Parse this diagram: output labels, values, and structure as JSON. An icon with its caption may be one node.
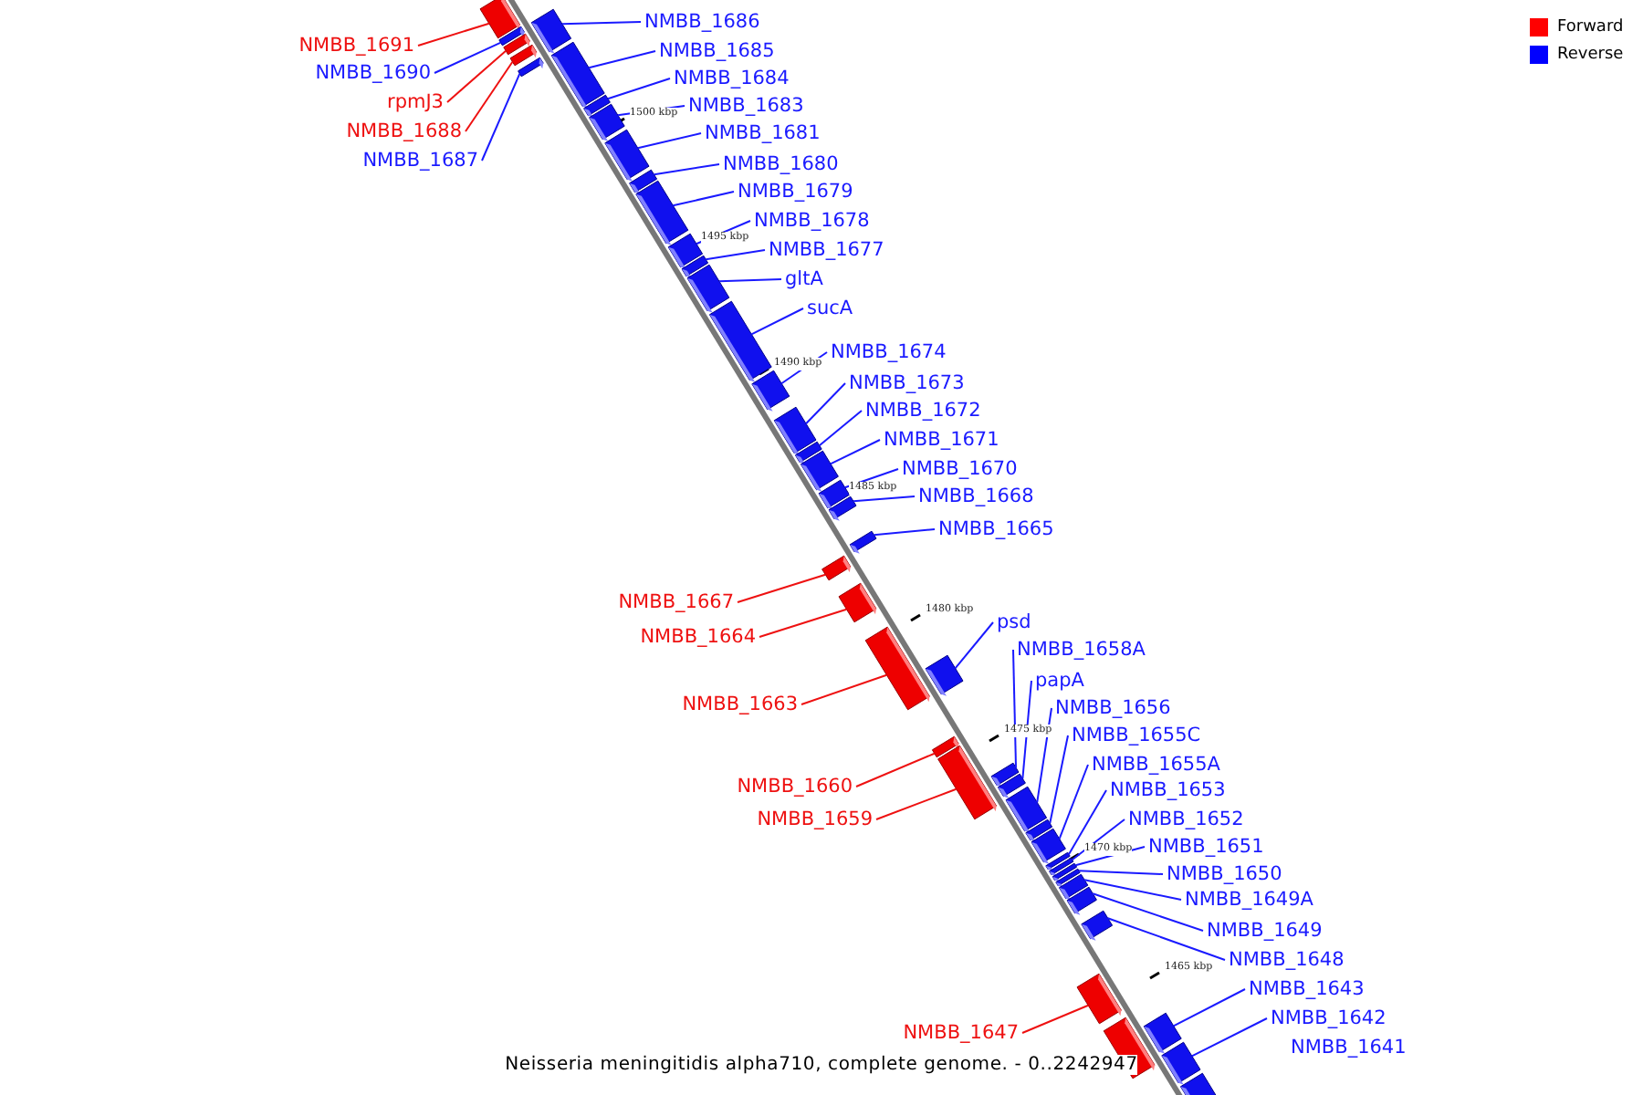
{
  "diagram": {
    "caption": "Neisseria meningitidis alpha710, complete genome. - 0..2242947",
    "nodes": [
      {
        "text": [
          "NMBB_1691"
        ]
      },
      {
        "text": [],
        "shape": "bar"
      },
      {
        "text": [
          "NMBB_1690"
        ]
      },
      {
        "text": [],
        "shape": "bar"
      },
      {
        "text": [
          "rpmJ3"
        ]
      },
      {
        "text": [],
        "shape": "bar"
      },
      {
        "text": [
          "NMBB_1688"
        ]
      },
      {
        "text": [],
        "shape": "bar"
      },
      {
        "text": [
          "NMBB_1687"
        ]
      },
      {
        "text": [],
        "shape": "bar"
      },
      {
        "text": [
          "NMBB_1686"
        ]
      },
      {
        "text": [],
        "shape": "bar"
      },
      {
        "text": [
          "NMBB_1685"
        ]
      },
      {
        "text": [],
        "shape": "bar"
      },
      {
        "text": [
          "NMBB_1684"
        ]
      },
      {
        "text": [],
        "shape": "bar"
      },
      {
        "text": [
          "NMBB_1683"
        ]
      },
      {
        "text": [],
        "shape": "bar"
      },
      {
        "text": [
          "NMBB_1681"
        ]
      },
      {
        "text": [],
        "shape": "bar"
      },
      {
        "text": [
          "NMBB_1680"
        ]
      },
      {
        "text": [],
        "shape": "bar"
      },
      {
        "text": [
          "NMBB_1679"
        ]
      },
      {
        "text": [],
        "shape": "bar"
      },
      {
        "text": [
          "NMBB_1678"
        ]
      },
      {
        "text": [],
        "shape": "bar"
      },
      {
        "text": [
          "NMBB_1677"
        ]
      },
      {
        "text": [],
        "shape": "bar"
      },
      {
        "text": [
          "gltA"
        ]
      },
      {
        "text": [],
        "shape": "bar"
      },
      {
        "text": [
          "sucA"
        ]
      },
      {
        "text": [],
        "shape": "bar"
      },
      {
        "text": [
          "NMBB_1674"
        ]
      },
      {
        "text": [],
        "shape": "bar"
      },
      {
        "text": [
          "NMBB_1673"
        ]
      },
      {
        "text": [],
        "shape": "bar"
      },
      {
        "text": [
          "NMBB_1672"
        ]
      },
      {
        "text": [],
        "shape": "bar"
      },
      {
        "text": [
          "NMBB_1671"
        ]
      },
      {
        "text": [],
        "shape": "bar"
      },
      {
        "text": [
          "NMBB_1670"
        ]
      },
      {
        "text": [],
        "shape": "bar"
      },
      {
        "text": [
          "NMBB_1668"
        ]
      },
      {
        "text": [],
        "shape": "bar"
      },
      {
        "text": [
          "NMBB_1665"
        ]
      },
      {
        "text": [],
        "shape": "bar"
      },
      {
        "text": [
          "NMBB_1667"
        ]
      },
      {
        "text": [],
        "shape": "bar"
      },
      {
        "text": [
          "NMBB_1664"
        ]
      },
      {
        "text": [],
        "shape": "bar"
      },
      {
        "text": [
          "NMBB_1663"
        ]
      },
      {
        "text": [],
        "shape": "bar"
      },
      {
        "text": [
          "psd"
        ]
      },
      {
        "text": [],
        "shape": "bar"
      },
      {
        "text": [
          "NMBB_1660"
        ]
      },
      {
        "text": [],
        "shape": "bar"
      },
      {
        "text": [
          "NMBB_1659"
        ]
      },
      {
        "text": [],
        "shape": "bar"
      },
      {
        "text": [
          "NMBB_1658A"
        ]
      },
      {
        "text": [],
        "shape": "bar"
      },
      {
        "text": [
          "papA"
        ]
      },
      {
        "text": [],
        "shape": "bar"
      },
      {
        "text": [
          "NMBB_1656"
        ]
      },
      {
        "text": [],
        "shape": "bar"
      },
      {
        "text": [
          "NMBB_1655C"
        ]
      },
      {
        "text": [],
        "shape": "bar"
      },
      {
        "text": [
          "NMBB_1655A"
        ]
      },
      {
        "text": [],
        "shape": "bar"
      },
      {
        "text": [
          "NMBB_1653"
        ]
      },
      {
        "text": [],
        "shape": "bar"
      },
      {
        "text": [
          "NMBB_1652"
        ]
      },
      {
        "text": [],
        "shape": "bar"
      },
      {
        "text": [
          "NMBB_1651"
        ]
      },
      {
        "text": [],
        "shape": "bar"
      },
      {
        "text": [
          "NMBB_1650"
        ]
      },
      {
        "text": [],
        "shape": "bar"
      },
      {
        "text": [
          "NMBB_1649A"
        ]
      },
      {
        "text": [],
        "shape": "bar"
      },
      {
        "text": [
          "NMBB_1649"
        ]
      },
      {
        "text": [],
        "shape": "bar"
      },
      {
        "text": [
          "NMBB_1648"
        ]
      },
      {
        "text": [],
        "shape": "bar"
      },
      {
        "text": [
          "NMBB_1647"
        ]
      },
      {
        "text": [],
        "shape": "bar"
      },
      {
        "text": [
          "NMBB_1643"
        ]
      },
      {
        "text": [],
        "shape": "bar"
      },
      {
        "text": [
          "NMBB_1642"
        ]
      },
      {
        "text": [],
        "shape": "bar"
      },
      {
        "text": [
          "NMBB_1641"
        ]
      },
      {
        "text": [],
        "shape": "bar"
      },
      {
        "text": [],
        "shape": "bar"
      }
    ],
    "edges": [
      {
        "from": 0,
        "to": 1,
        "arrow": "none",
        "color": "#ee1111"
      },
      {
        "from": 2,
        "to": 3,
        "arrow": "none"
      },
      {
        "from": 4,
        "to": 5,
        "arrow": "none",
        "color": "#ee1111"
      },
      {
        "from": 6,
        "to": 7,
        "arrow": "none",
        "color": "#ee1111"
      },
      {
        "from": 8,
        "to": 9,
        "arrow": "none"
      },
      {
        "from": 10,
        "to": 11,
        "arrow": "none"
      },
      {
        "from": 12,
        "to": 13,
        "arrow": "none"
      },
      {
        "from": 14,
        "to": 15,
        "arrow": "none"
      },
      {
        "from": 16,
        "to": 17,
        "arrow": "none"
      },
      {
        "from": 18,
        "to": 19,
        "arrow": "none"
      },
      {
        "from": 20,
        "to": 21,
        "arrow": "none"
      },
      {
        "from": 22,
        "to": 23,
        "arrow": "none"
      },
      {
        "from": 24,
        "to": 25,
        "arrow": "none"
      },
      {
        "from": 26,
        "to": 27,
        "arrow": "none"
      },
      {
        "from": 28,
        "to": 29,
        "arrow": "none"
      },
      {
        "from": 30,
        "to": 31,
        "arrow": "none"
      },
      {
        "from": 32,
        "to": 33,
        "arrow": "none"
      },
      {
        "from": 34,
        "to": 35,
        "arrow": "none"
      },
      {
        "from": 36,
        "to": 37,
        "arrow": "none"
      },
      {
        "from": 38,
        "to": 39,
        "arrow": "none"
      },
      {
        "from": 40,
        "to": 41,
        "arrow": "none"
      },
      {
        "from": 42,
        "to": 43,
        "arrow": "none"
      },
      {
        "from": 44,
        "to": 45,
        "arrow": "none"
      },
      {
        "from": 46,
        "to": 47,
        "arrow": "none",
        "color": "#ee1111"
      },
      {
        "from": 48,
        "to": 49,
        "arrow": "none",
        "color": "#ee1111"
      },
      {
        "from": 50,
        "to": 51,
        "arrow": "none",
        "color": "#ee1111"
      },
      {
        "from": 52,
        "to": 53,
        "arrow": "none"
      },
      {
        "from": 54,
        "to": 55,
        "arrow": "none",
        "color": "#ee1111"
      },
      {
        "from": 56,
        "to": 57,
        "arrow": "none",
        "color": "#ee1111"
      },
      {
        "from": 58,
        "to": 59,
        "arrow": "none"
      },
      {
        "from": 60,
        "to": 61,
        "arrow": "none"
      },
      {
        "from": 62,
        "to": 63,
        "arrow": "none"
      },
      {
        "from": 64,
        "to": 65,
        "arrow": "none"
      },
      {
        "from": 66,
        "to": 67,
        "arrow": "none"
      },
      {
        "from": 68,
        "to": 69,
        "arrow": "none"
      },
      {
        "from": 70,
        "to": 71,
        "arrow": "none"
      },
      {
        "from": 72,
        "to": 73,
        "arrow": "none"
      },
      {
        "from": 74,
        "to": 75,
        "arrow": "none"
      },
      {
        "from": 76,
        "to": 77,
        "arrow": "none"
      },
      {
        "from": 78,
        "to": 79,
        "arrow": "none"
      },
      {
        "from": 80,
        "to": 81,
        "arrow": "none"
      },
      {
        "from": 82,
        "to": 83,
        "arrow": "none",
        "color": "#ee1111"
      },
      {
        "from": 84,
        "to": 85,
        "arrow": "none"
      },
      {
        "from": 86,
        "to": 87,
        "arrow": "none"
      }
    ],
    "labels": [
      "1500 kbp",
      "1495 kbp",
      "1490 kbp",
      "1485 kbp",
      "1480 kbp",
      "1475 kbp",
      "1470 kbp",
      "1465 kbp"
    ],
    "legend": [
      {
        "text": "Forward",
        "color": "#ff0000"
      },
      {
        "text": "Reverse",
        "color": "#0000ff"
      }
    ]
  }
}
